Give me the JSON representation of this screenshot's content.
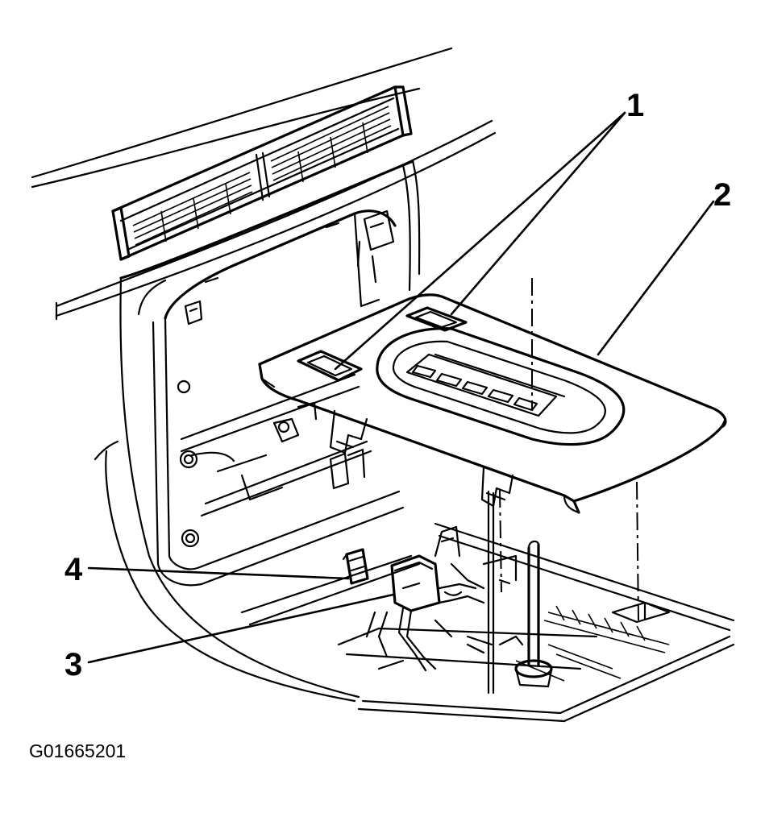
{
  "figure": {
    "id": "G01665201",
    "callouts": [
      {
        "label": "1"
      },
      {
        "label": "2"
      },
      {
        "label": "3"
      },
      {
        "label": "4"
      }
    ]
  }
}
